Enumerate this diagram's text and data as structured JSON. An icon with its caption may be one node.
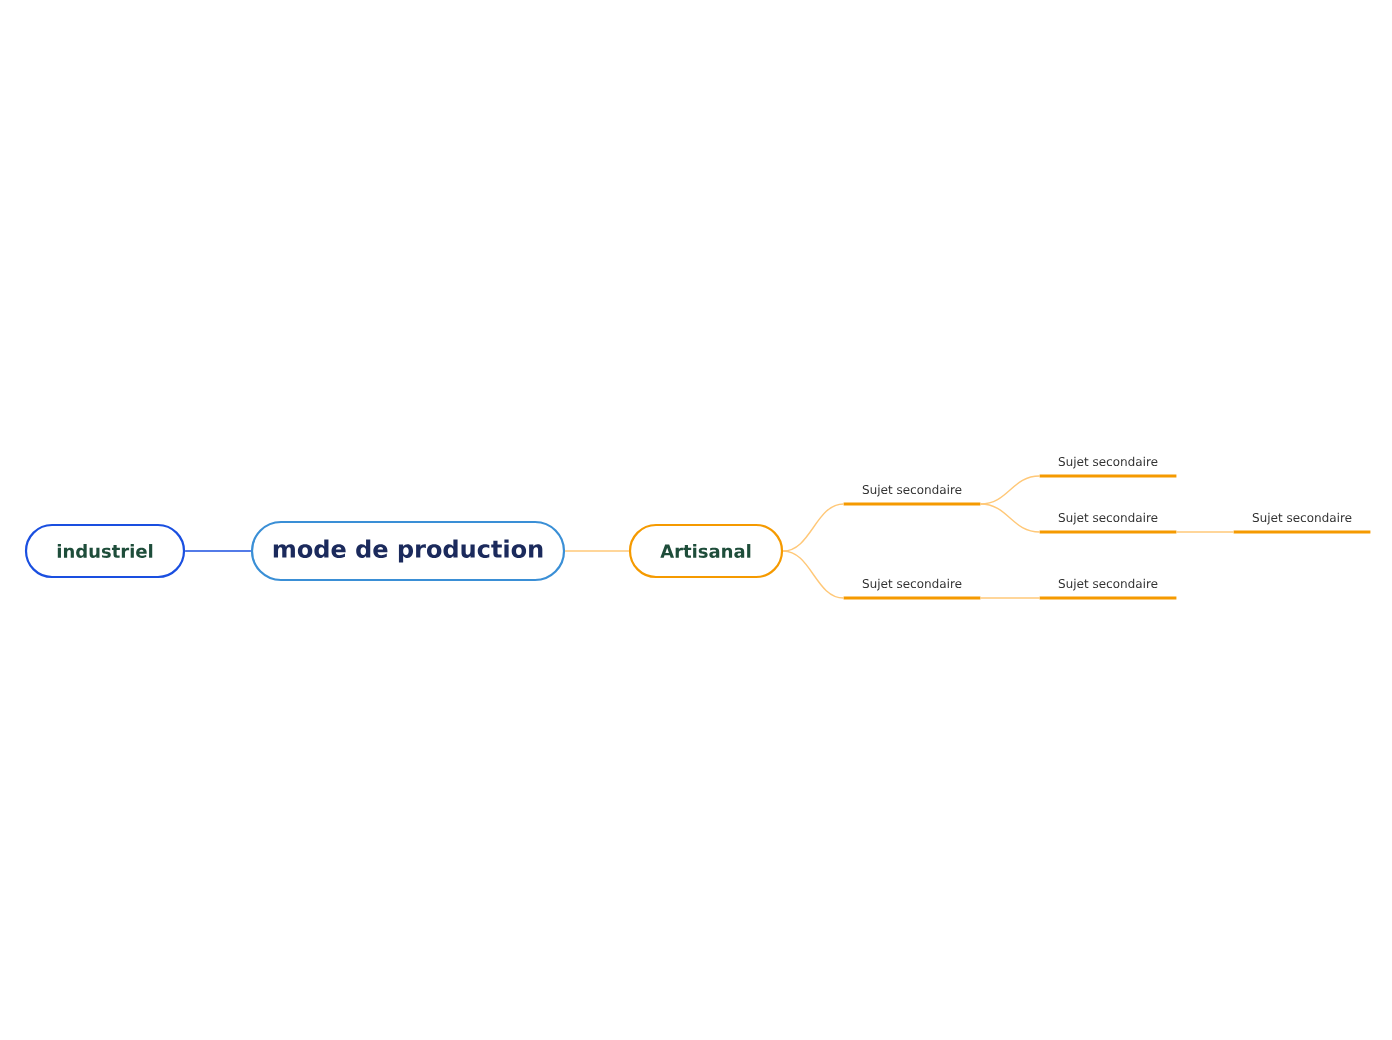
{
  "diagram": {
    "nodes": [
      {
        "text": [
          "mode de production"
        ]
      },
      {
        "text": [
          "industriel"
        ]
      },
      {
        "text": [
          "Artisanal"
        ]
      },
      {
        "text": [
          "Sujet secondaire"
        ]
      },
      {
        "text": [
          "Sujet secondaire"
        ]
      },
      {
        "text": [
          "Sujet secondaire"
        ]
      },
      {
        "text": [
          "Sujet secondaire"
        ]
      },
      {
        "text": [
          "Sujet secondaire"
        ]
      },
      {
        "text": [
          "Sujet secondaire"
        ]
      }
    ],
    "edges": [
      {
        "from": 0,
        "to": 1,
        "arrow": "none",
        "color": "#1a4fe0"
      },
      {
        "from": 0,
        "to": 2,
        "arrow": "none"
      },
      {
        "from": 2,
        "to": 3,
        "arrow": "none"
      },
      {
        "from": 2,
        "to": 7,
        "arrow": "none"
      },
      {
        "from": 3,
        "to": 4,
        "arrow": "none"
      },
      {
        "from": 3,
        "to": 5,
        "arrow": "none"
      },
      {
        "from": 5,
        "to": 6,
        "arrow": "none"
      },
      {
        "from": 7,
        "to": 8,
        "arrow": "none"
      }
    ]
  }
}
